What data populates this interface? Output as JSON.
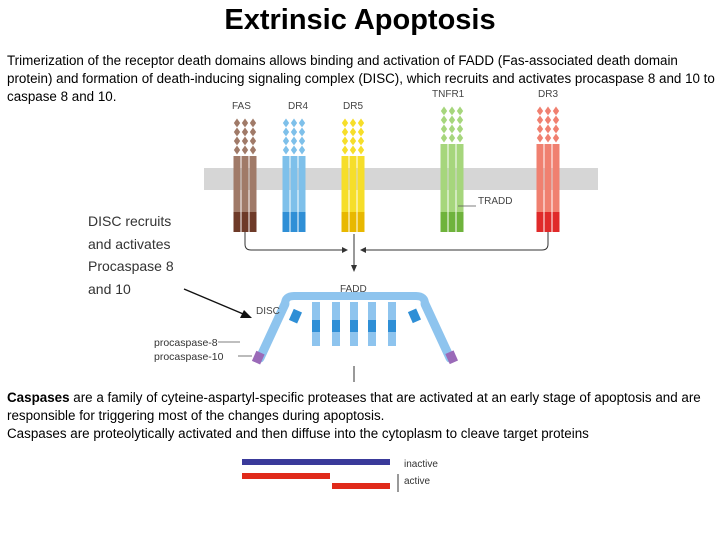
{
  "slide": {
    "title": "Extrinsic Apoptosis",
    "intro": "Trimerization of the receptor death domains allows binding and activation of FADD (Fas-associated death domain protein) and formation of death-inducing signaling complex (DISC), which recruits and activates procaspase 8 and 10 to caspase 8 and 10.",
    "caspases_term": "Caspases",
    "caspases_text": " are a family of cyteine-aspartyl-specific proteases that are activated at an early stage of apoptosis and are responsible for triggering most of the changes during apoptosis.",
    "caspases_text2": "Caspases are proteolytically activated and then diffuse into the cytoplasm to cleave target proteins"
  },
  "diagram": {
    "receptors": [
      {
        "label": "FAS",
        "color": "#a07a68",
        "dd_color": "#6e3a28"
      },
      {
        "label": "DR4",
        "color": "#7ec0ea",
        "dd_color": "#2f8fd6"
      },
      {
        "label": "DR5",
        "color": "#f6de2a",
        "dd_color": "#e8b800"
      },
      {
        "label": "TNFR1",
        "color": "#a6d67c",
        "dd_color": "#6fb33c"
      },
      {
        "label": "DR3",
        "color": "#f08070",
        "dd_color": "#e02a2a"
      }
    ],
    "tradd_label": "TRADD",
    "fadd_label": "FADD",
    "disc_label": "DISC",
    "disc_callout": [
      "DISC recruits",
      "and activates",
      "Procaspase 8",
      "and 10"
    ],
    "procaspase8_label": "procaspase-8",
    "procaspase10_label": "procaspase-10",
    "membrane_color": "#d6d6d6",
    "disc_color": "#8ec4ee",
    "disc_dd_color": "#2f8fd6",
    "procaspase_color": "#9a6ab8"
  },
  "legend": {
    "inactive_label": "inactive",
    "active_label": "active",
    "inactive_color": "#3a3a9a",
    "active_color": "#e02a1a"
  }
}
